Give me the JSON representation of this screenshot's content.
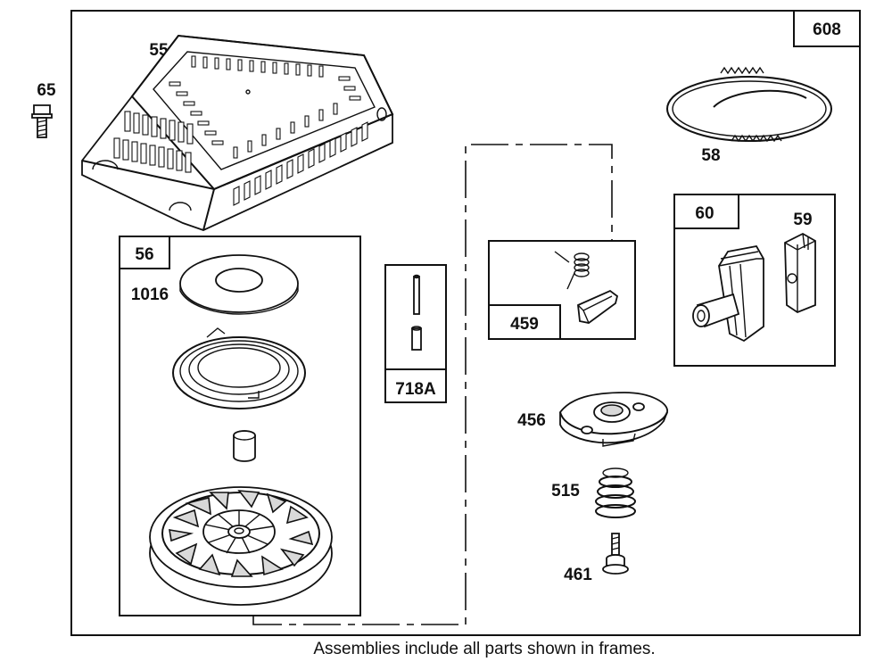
{
  "diagram": {
    "caption": "Assemblies include all parts shown in frames.",
    "frames": {
      "outer": "608",
      "starter": "56",
      "pins": "718A",
      "pawl": "459",
      "handle": "60"
    },
    "parts": {
      "p55": "55",
      "p65": "65",
      "p58": "58",
      "p59": "59",
      "p1016": "1016",
      "p456": "456",
      "p515": "515",
      "p461": "461"
    }
  }
}
